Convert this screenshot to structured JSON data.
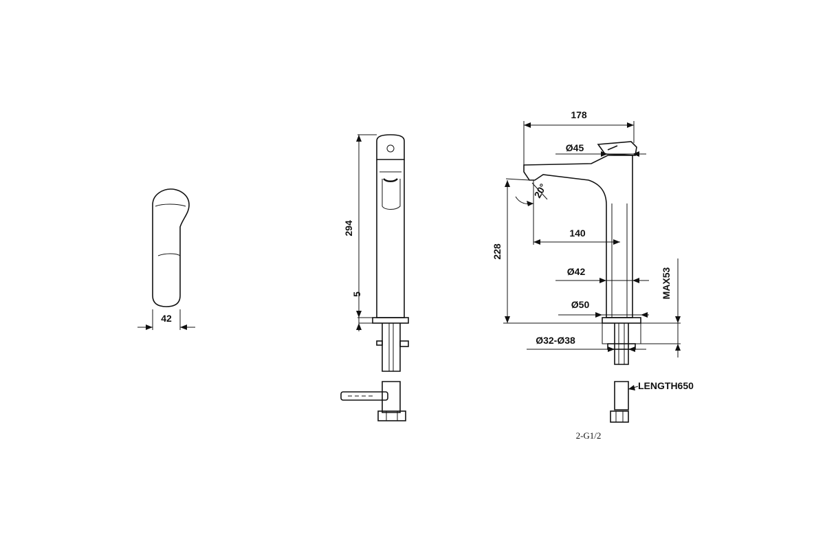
{
  "front_view": {
    "width_label": "42"
  },
  "side_view": {
    "height_label": "294",
    "base_label": "5"
  },
  "profile_view": {
    "overall_width_label": "178",
    "cartridge_dia_label": "Ø45",
    "angle_label": "20°",
    "height_label": "228",
    "spout_reach_label": "140",
    "body_dia_label": "Ø42",
    "base_dia_label": "Ø50",
    "mount_thickness_label": "MAX53",
    "hole_dia_label": "Ø32-Ø38",
    "hose_label": "LENGTH650",
    "thread_label": "2-G1/2"
  }
}
